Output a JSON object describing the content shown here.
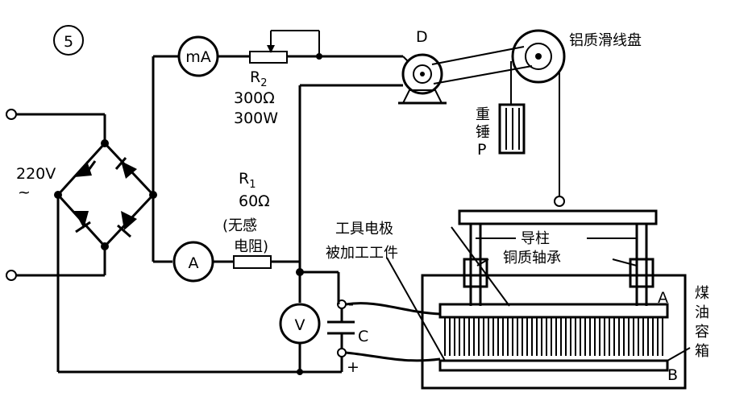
{
  "figure_number": "5",
  "supply": {
    "voltage": "220V",
    "symbol": "~"
  },
  "meters": {
    "milliammeter": "mA",
    "ammeter": "A",
    "voltmeter": "V"
  },
  "resistors": {
    "r2": {
      "name": "R",
      "sub": "2",
      "value1": "300Ω",
      "value2": "300W"
    },
    "r1": {
      "name": "R",
      "sub": "1",
      "value": "60Ω",
      "note_line1": "(无感",
      "note_line2": "电阻)"
    }
  },
  "motor": {
    "label": "D"
  },
  "pulley": {
    "label": "铝质滑线盘"
  },
  "weight": {
    "label_line1": "重",
    "label_line2": "锤",
    "label_line3": "P"
  },
  "capacitor": {
    "label": "C",
    "minus": "-",
    "plus": "+"
  },
  "machine": {
    "tool_electrode": "工具电极",
    "workpiece": "被加工工件",
    "guide_post": "导柱",
    "copper_bearing": "铜质轴承",
    "label_a": "A",
    "label_b": "B",
    "tank_line1": "煤",
    "tank_line2": "油",
    "tank_line3": "容",
    "tank_line4": "箱"
  }
}
